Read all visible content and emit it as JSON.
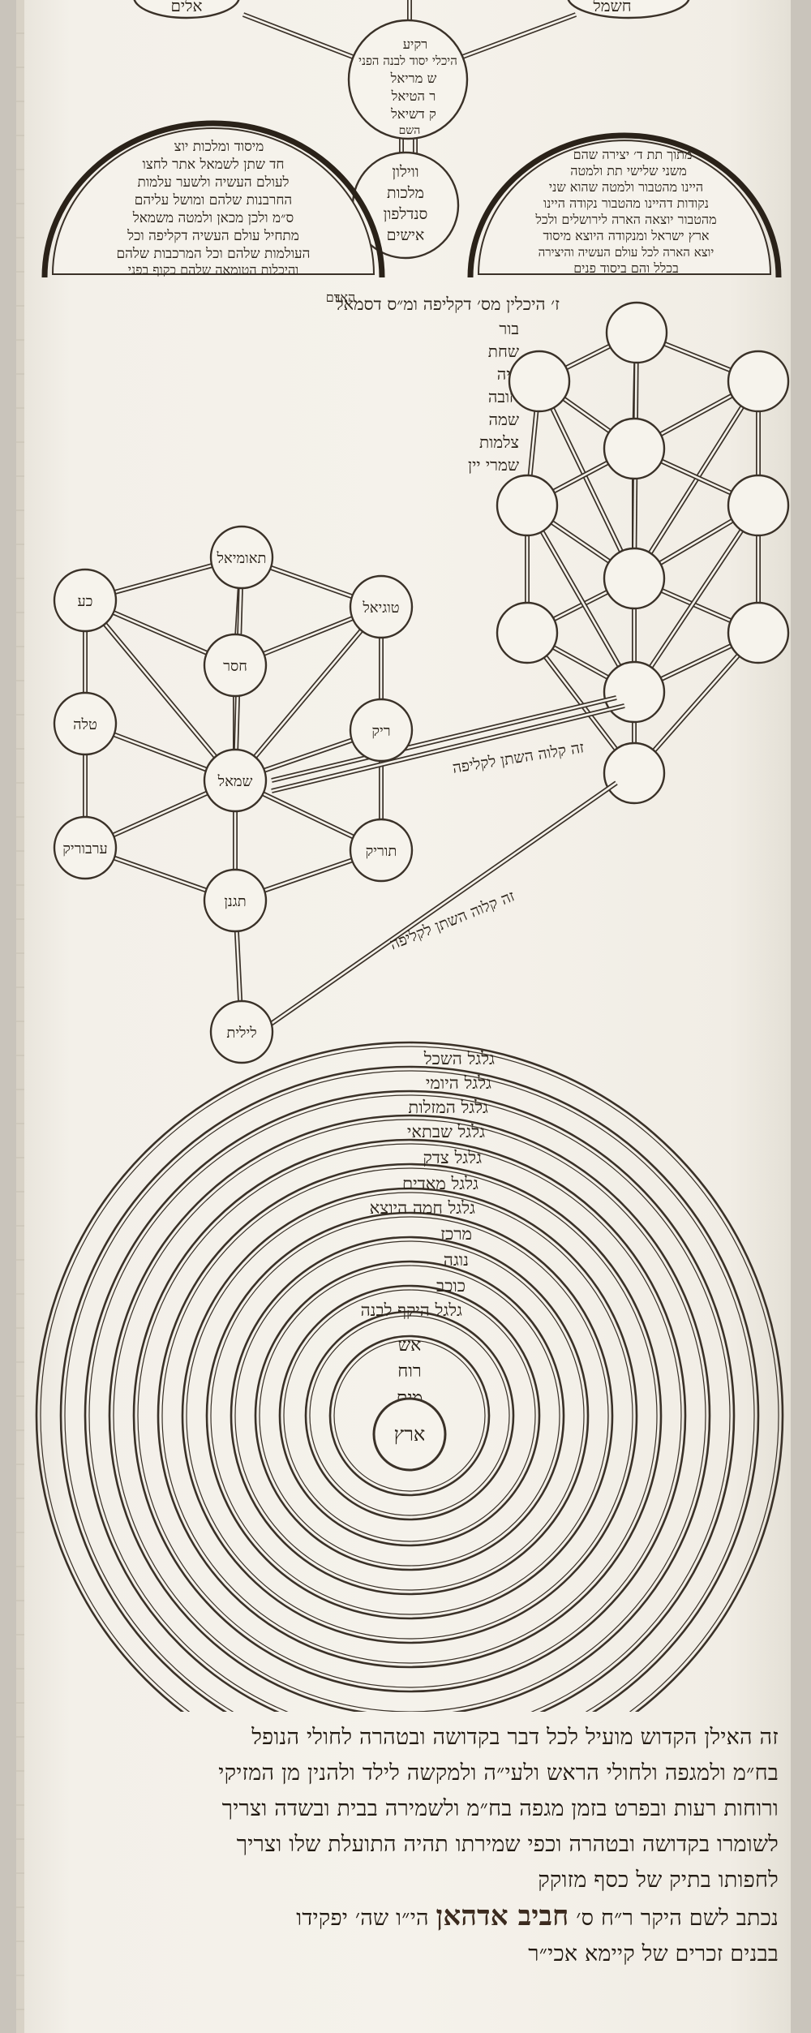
{
  "top": {
    "left_node_fragment": "אלים",
    "right_node_fragment": "חשמל",
    "center_circle_lines": [
      "רקיע",
      "היכלי יסוד לבנה הפני",
      "ש מריאל",
      "ר הטיאל",
      "ק דשיאל",
      "השם"
    ],
    "lower_circle_lines": [
      "ווילון",
      "מלכות",
      "סנדלפון",
      "אישים"
    ],
    "left_arc_lines": [
      "מיסוד ומלכות יוצ",
      "חד שתן לשמאל אתר לחצו",
      "לעולם העשיה ולשער עלמות",
      "החרבנות שלהם ומושל עליהם",
      "ס״מ ולכן מכאן ולמטה משמאל",
      "מתחיל עולם העשיה דקליפה וכל",
      "העולמות שלהם וכל המרכבות שלהם",
      "והיכלות הטומאה שלהם כקוף בפני",
      "האדם"
    ],
    "right_arc_lines": [
      "מתוך תת ד׳ יצירה שהם",
      "משני שלישי תת ולמטה",
      "היינו מהטבור ולמטה שהוא שני",
      "נקודות דהיינו מהטבור נקודה היינו",
      "מהטבור יוצאה הארה לירושלים ולכל",
      "ארץ ישראל ומנקודה היוצא מיסוד",
      "יוצא הארה לכל עולם העשיה והיצירה",
      "בכלל והם ביסוד פנים"
    ]
  },
  "heichalot": {
    "heading": "ז׳ היכלין מס׳ דקליפה ומ״ס דסמאל",
    "items": [
      "בור",
      "שחת",
      "ציה",
      "חובה",
      "שמה",
      "צלמות",
      "שמרי יין"
    ]
  },
  "left_tree": {
    "nodes": [
      "תאומיאל",
      "כע",
      "טוגיאל",
      "חסר",
      "טלה",
      "ריק",
      "שמאל",
      "ערבוריק",
      "תוריק",
      "תגנן",
      "לילית"
    ]
  },
  "connections": {
    "upper_label": "זה קלוה השתן לקליפה",
    "lower_label": "זה קלוה השתן לקליפה"
  },
  "spheres": {
    "labels": [
      "גלגל השכל",
      "גלגל היומי",
      "גלגל המזלות",
      "גלגל שבתאי",
      "גלגל צדק",
      "גלגל מאדים",
      "גלגל חמה היוצא",
      "מרכז",
      "נוגה",
      "כוכב",
      "גלגל היקף לבנה"
    ],
    "elements": [
      "אש",
      "רוח",
      "מים"
    ],
    "center": "ארץ"
  },
  "footer": {
    "lines": [
      "זה האילן הקדוש מועיל לכל דבר בקדושה ובטהרה לחולי הנופל",
      "בח״מ ולמגפה ולחולי הראש ולעי״ה ולמקשה לילד ולהנין מן המזיקי",
      "ורוחות רעות ובפרט בזמן מגפה בח״מ ולשמירה בבית ובשדה וצריך",
      "לשומרו בקדושה ובטהרה וכפי שמירתו תהיה התועלת שלו וצריך",
      "לחפותו בתיק של כסף מזוקק"
    ],
    "dedication_start": "נכתב לשם היקר ר״ח ס׳",
    "dedication_name": "חביב אדהאן",
    "dedication_end": "הי״ו שה׳ יפקידו",
    "last_line": "בבנים זכרים של קיימא אכי״ר"
  }
}
